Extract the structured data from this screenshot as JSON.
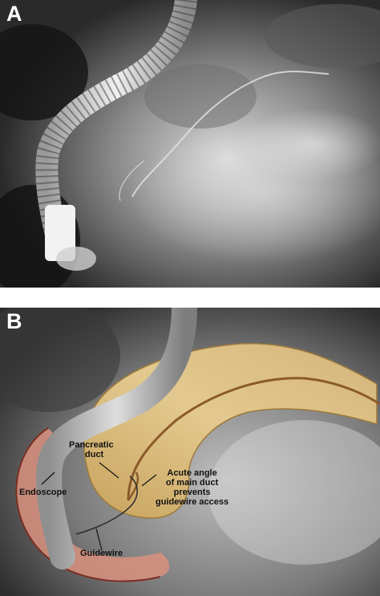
{
  "panel_a": {
    "letter": "A"
  },
  "panel_b": {
    "letter": "B",
    "labels": {
      "pancreatic_duct_line1": "Pancreatic",
      "pancreatic_duct_line2": "duct",
      "endoscope": "Endoscope",
      "guidewire": "Guidewire",
      "acute_line1": "Acute angle",
      "acute_line2": "of main duct",
      "acute_line3": "prevents",
      "acute_line4": "guidewire access"
    }
  }
}
